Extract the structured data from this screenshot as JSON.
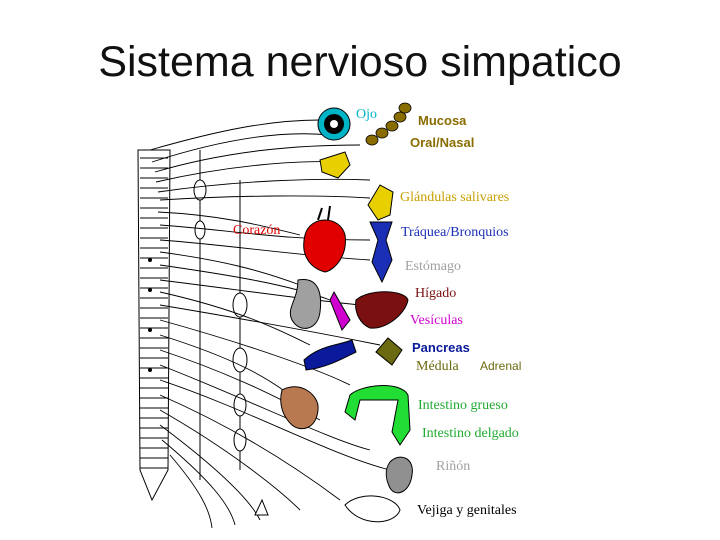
{
  "title": "Sistema nervioso simpatico",
  "organs": {
    "ojo": "Ojo",
    "mucosa": "Mucosa",
    "oral_nasal": "Oral/Nasal",
    "glandulas": "Glándulas salivares",
    "corazon": "Corazón",
    "traquea": "Tráquea/Bronquios",
    "estomago": "Estómago",
    "higado": "Hígado",
    "vesiculas": "Vesículas",
    "pancreas": "Pancreas",
    "medula": "Médula",
    "adrenal": "Adrenal",
    "intestino_grueso": "Intestino grueso",
    "intestino_delgado": "Intestino delgado",
    "rinon": "Riñón",
    "vejiga": "Vejiga y genitales"
  },
  "colors": {
    "ojo": "#00b4c8",
    "mucosa": "#8a6d00",
    "glandulas": "#c8a000",
    "corazon": "#e00000",
    "traquea": "#1a2fb5",
    "estomago": "#a0a0a0",
    "higado": "#7a1010",
    "vesiculas": "#d000d0",
    "pancreas": "#0a1a9a",
    "medula": "#6b6a10",
    "intestino_grueso": "#22dd33",
    "intestino_delgado": "#b87850",
    "rinon": "#909090",
    "vejiga": "#000000"
  }
}
